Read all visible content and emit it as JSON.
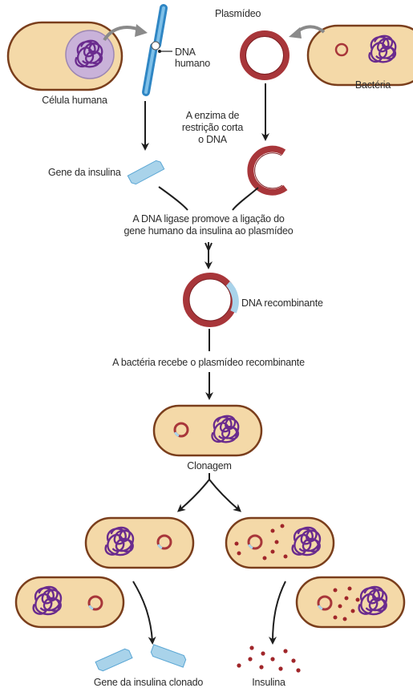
{
  "labels": {
    "human_cell": "Célula humana",
    "human_dna_line1": "DNA",
    "human_dna_line2": "humano",
    "plasmid": "Plasmídeo",
    "bacterium": "Bactéria",
    "enzyme_line1": "A enzima de",
    "enzyme_line2": "restrição corta",
    "enzyme_line3": "o DNA",
    "insulin_gene": "Gene da insulina",
    "ligase_line1": "A DNA ligase promove a ligação do",
    "ligase_line2": "gene humano da insulina ao plasmídeo",
    "recombinant_dna": "DNA recombinante",
    "bacterium_receives": "A bactéria recebe o plasmídeo recombinante",
    "cloning": "Clonagem",
    "cloned_gene": "Gene da insulina clonado",
    "insulin": "Insulina"
  },
  "colors": {
    "cell_fill": "#f4d9a8",
    "cell_stroke": "#7a3e1c",
    "nucleus_fill": "#c9b2d9",
    "chromatin": "#6a2b8e",
    "plasmid": "#a8363a",
    "plasmid_dark": "#7c2024",
    "gene_blue": "#a9d3ea",
    "dna_blue": "#5aa6d4",
    "arrow": "#1e1e1e",
    "grey_arrow": "#8a8a8a",
    "insulin_dot": "#a0262a"
  }
}
